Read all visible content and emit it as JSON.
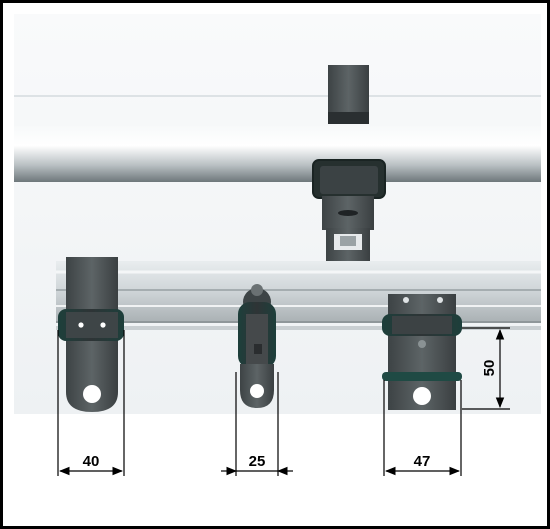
{
  "diagram": {
    "dimensions": {
      "clip_a_width": "40",
      "clip_b_width": "25",
      "clip_c_width": "47",
      "clip_c_height": "50"
    }
  },
  "colors": {
    "frame": "#000000",
    "background": "#fbfcfd",
    "metal": "#4f5557",
    "metal_dark": "#2f3436",
    "rubber": "#1f4a44",
    "pipe_light": "#f3f5f7",
    "pipe_dark": "#8a9296"
  }
}
